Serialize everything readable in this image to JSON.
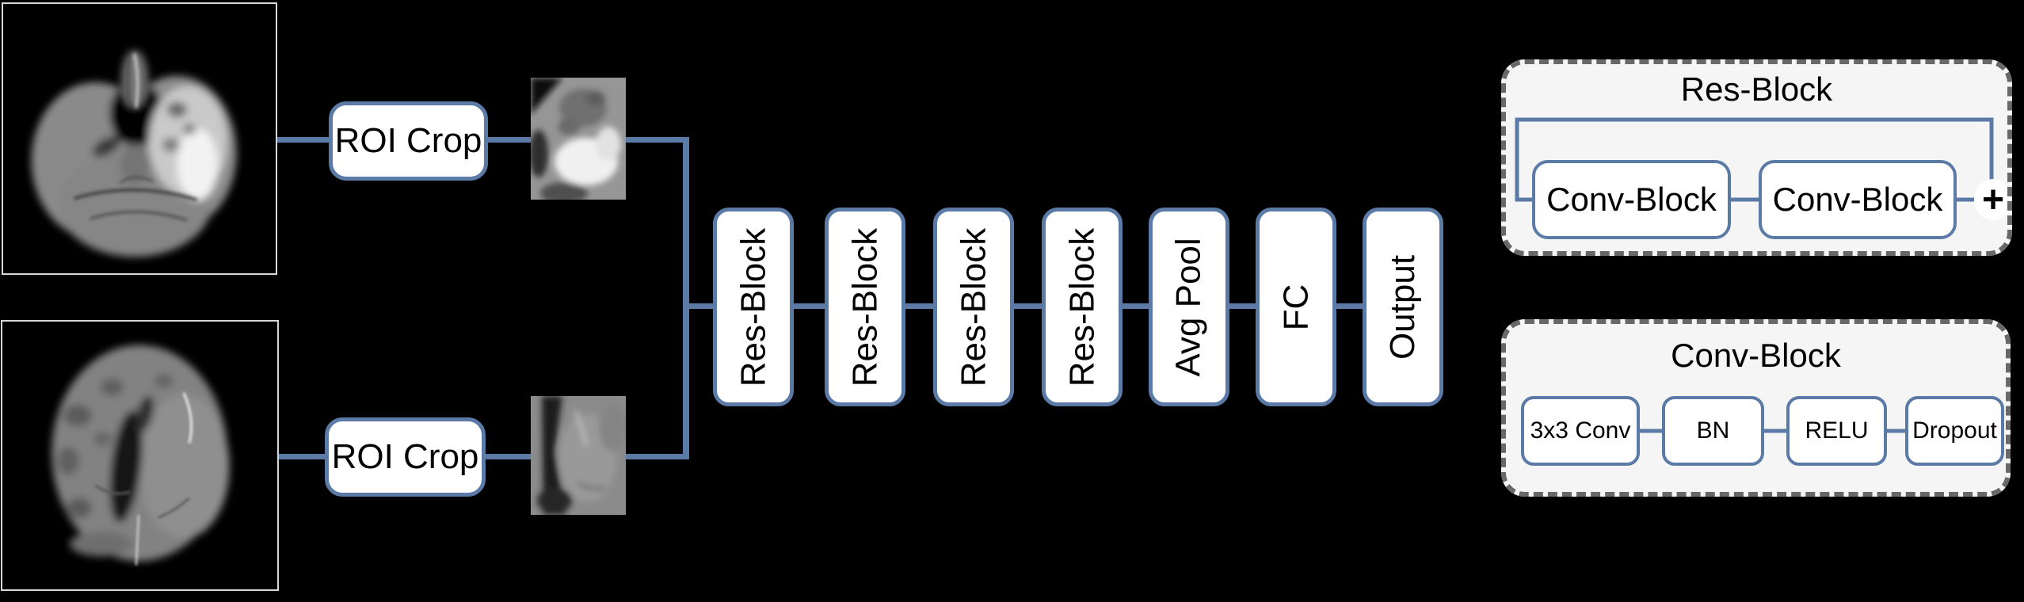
{
  "colors": {
    "background": "#000000",
    "accent_blue": "#5B7BA6",
    "node_fill": "#FFFFFF",
    "legend_fill": "#F5F5F5",
    "legend_border": "#686868",
    "text": "#000000"
  },
  "pipeline": {
    "roi_crop_top": "ROI Crop",
    "roi_crop_bottom": "ROI Crop",
    "chain": [
      "Res-Block",
      "Res-Block",
      "Res-Block",
      "Res-Block",
      "Avg Pool",
      "FC",
      "Output"
    ]
  },
  "legends": {
    "res_block": {
      "title": "Res-Block",
      "items": [
        "Conv-Block",
        "Conv-Block"
      ],
      "plus": "+"
    },
    "conv_block": {
      "title": "Conv-Block",
      "items": [
        "3x3 Conv",
        "BN",
        "RELU",
        "Dropout"
      ]
    }
  }
}
